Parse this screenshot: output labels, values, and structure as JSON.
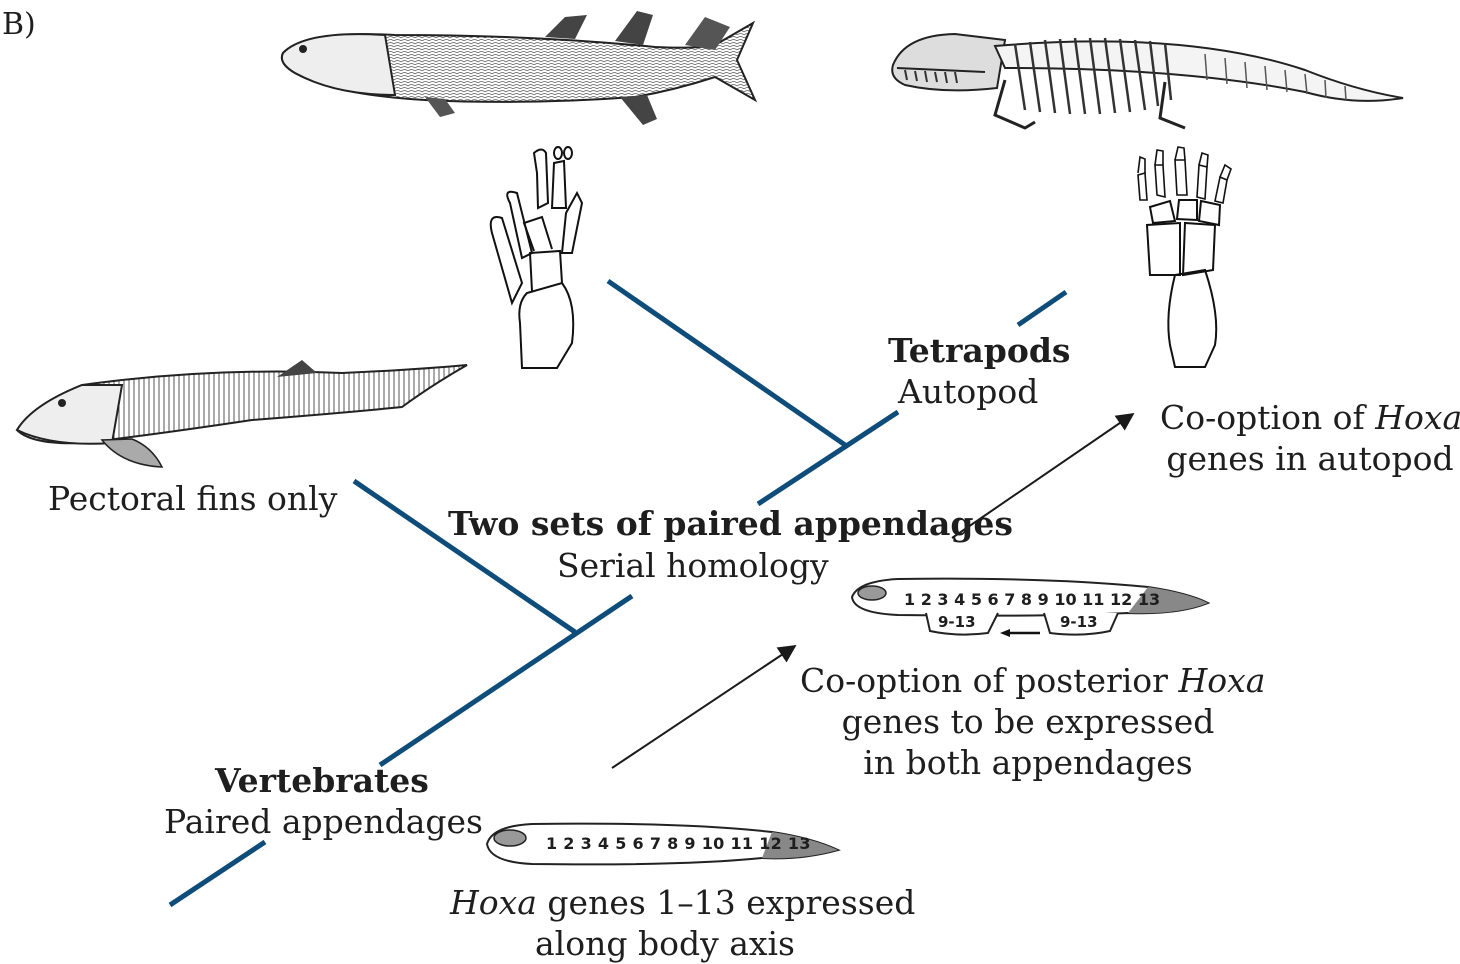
{
  "panel_label": "B)",
  "clades": {
    "vertebrates": {
      "name": "Vertebrates",
      "trait": "Paired appendages"
    },
    "two_sets": {
      "name": "Two sets of paired appendages",
      "trait": "Serial homology"
    },
    "tetrapods": {
      "name": "Tetrapods",
      "trait": "Autopod"
    }
  },
  "tips": {
    "pectoral": "Pectoral fins only"
  },
  "embryo_stage1": {
    "numbers": "1 2 3 4 5 6 7 8 9 10 11 12 13",
    "caption_italic": "Hoxa",
    "caption_rest": " genes 1–13 expressed",
    "caption_line2": "along body axis"
  },
  "embryo_stage2": {
    "numbers": "1 2 3 4 5 6 7 8 9 10 11 12 13",
    "fin_front": "9-13",
    "fin_back": "9-13",
    "caption_line1_pre": "Co-option of posterior ",
    "caption_line1_italic": "Hoxa",
    "caption_line2": "genes to be expressed",
    "caption_line3": "in both appendages"
  },
  "autopod_cooption": {
    "line1_pre": "Co-option of ",
    "line1_italic": "Hoxa",
    "line2": "genes in autopod"
  },
  "colors": {
    "tree": "#0e4c7a",
    "arrow": "#1a1a1a",
    "ink": "#1e1e1e"
  },
  "illustrations": [
    "lobe-finned-fish",
    "early-tetrapod-skeleton",
    "jawless-fish",
    "fin-skeleton",
    "limb-skeleton"
  ]
}
